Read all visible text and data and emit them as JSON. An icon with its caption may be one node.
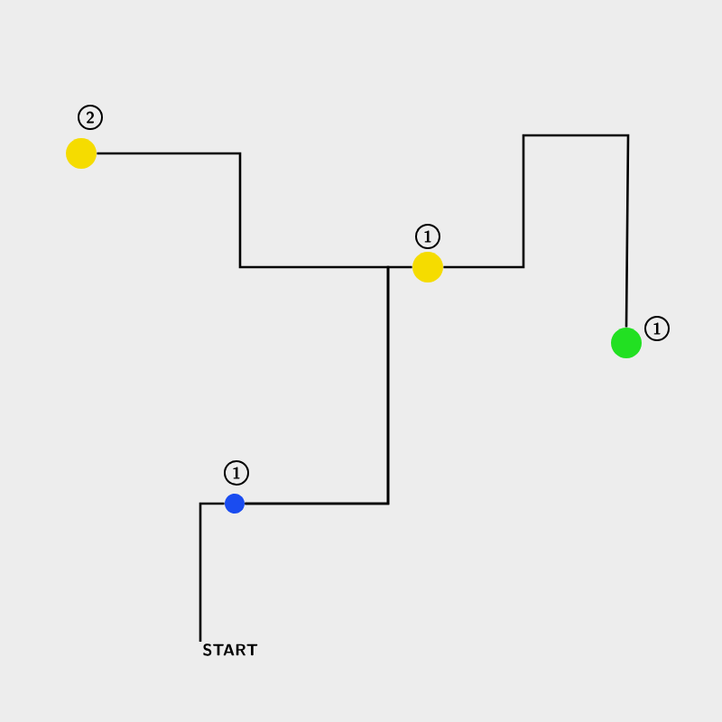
{
  "diagram": {
    "nodes": [
      {
        "text": [
          "START"
        ]
      },
      {
        "text": [],
        "shape": "circle",
        "beside": [
          "1"
        ]
      },
      {
        "text": [],
        "shape": "circle",
        "beside": [
          "2"
        ]
      },
      {
        "text": [],
        "shape": "circle",
        "beside": [
          "1"
        ]
      },
      {
        "text": [],
        "shape": "circle",
        "beside": [
          "1"
        ]
      }
    ],
    "edges": [
      {
        "from": 0,
        "to": 1,
        "arrow": "none"
      },
      {
        "from": 1,
        "to": 2,
        "arrow": "none"
      },
      {
        "from": 1,
        "to": 3,
        "arrow": "none"
      },
      {
        "from": 3,
        "to": 4,
        "arrow": "none"
      }
    ]
  }
}
